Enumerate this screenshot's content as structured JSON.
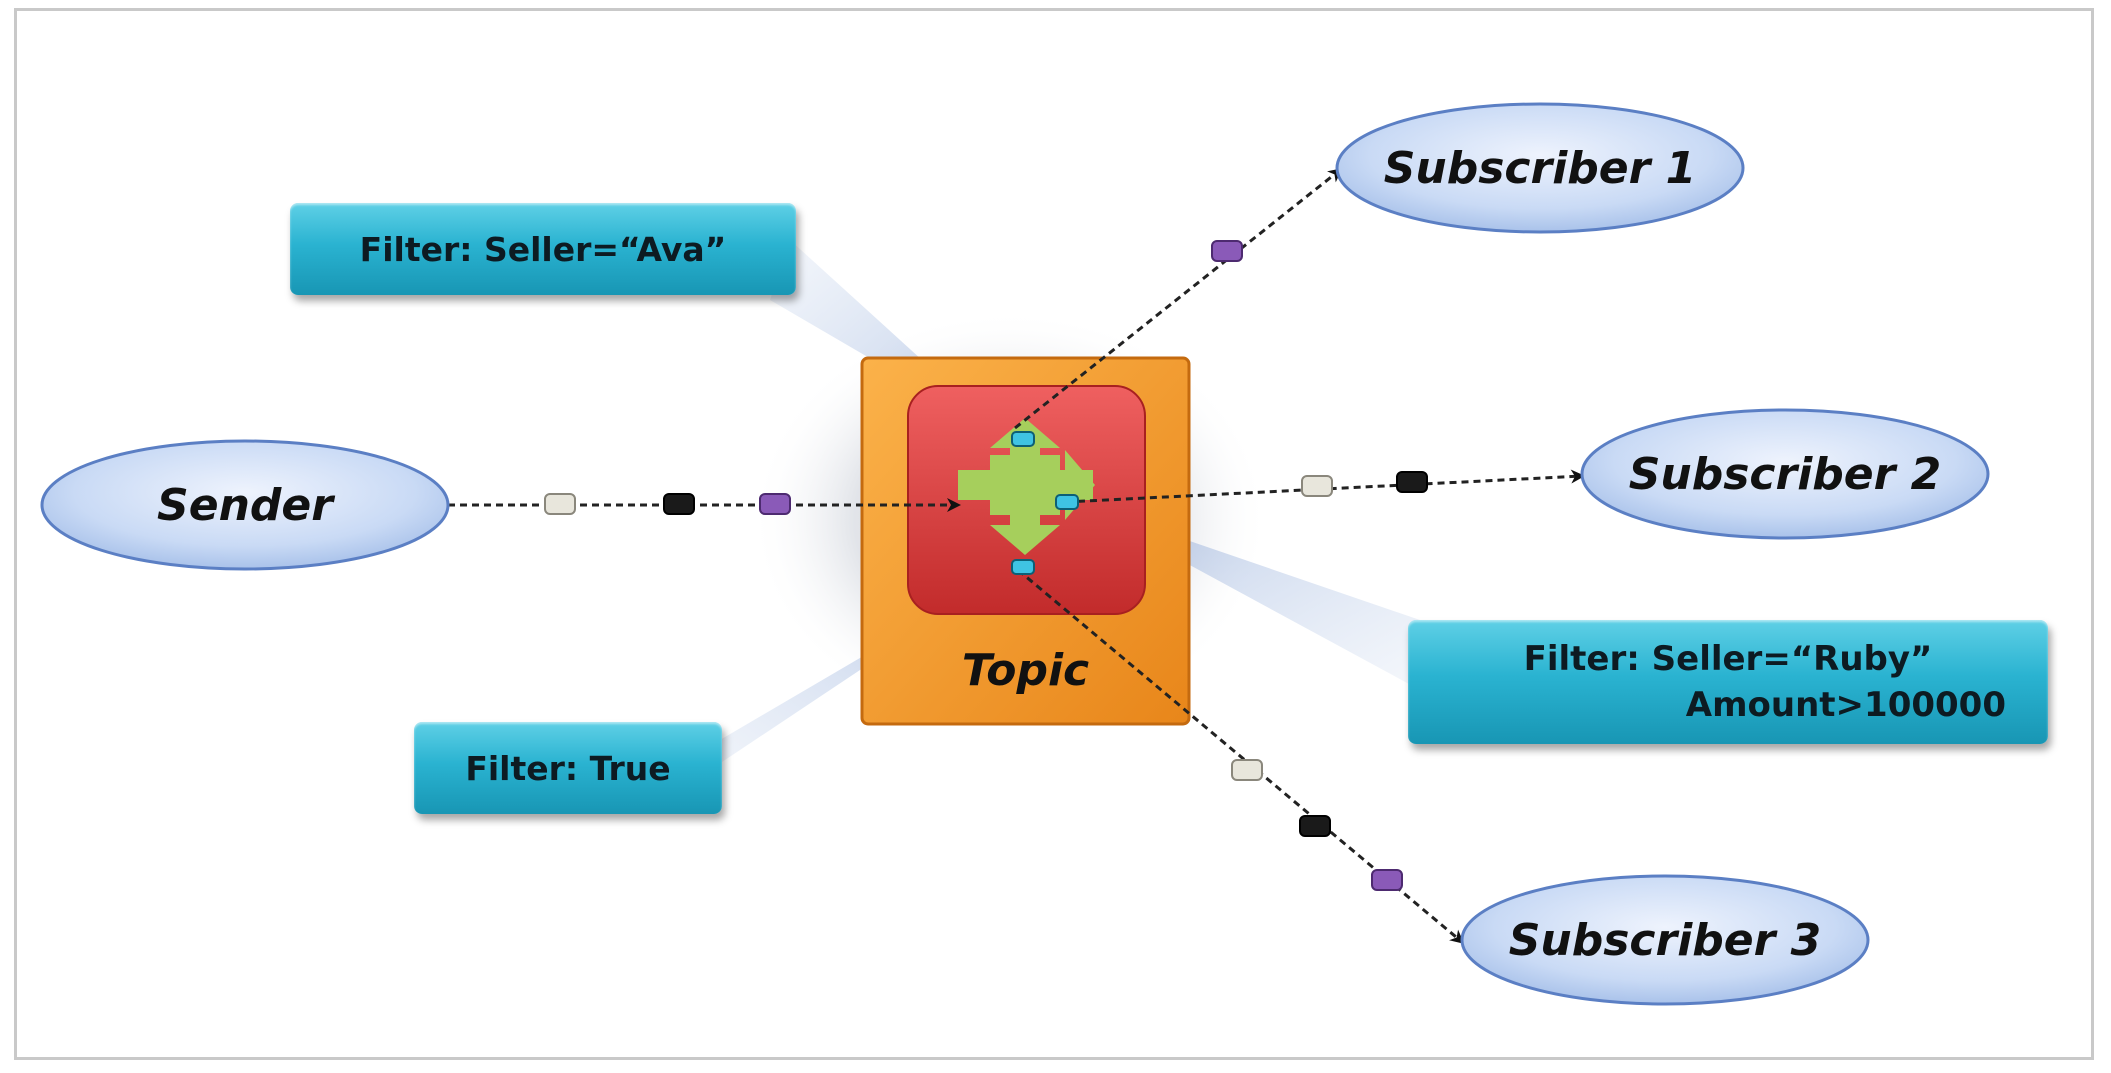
{
  "nodes": {
    "sender": "Sender",
    "topic": "Topic",
    "subscriber1": "Subscriber 1",
    "subscriber2": "Subscriber 2",
    "subscriber3": "Subscriber 3"
  },
  "filters": {
    "ava": "Filter: Seller=“Ava”",
    "true": "Filter: True",
    "ruby_line1": "Filter: Seller=“Ruby”",
    "ruby_line2": "Amount>100000"
  },
  "colors": {
    "ellipse_fill": "#c9daf5",
    "ellipse_stroke": "#5b7fc4",
    "filter_box": "#2ab3d1",
    "topic_orange": "#f39a2a",
    "topic_red": "#d93b3b",
    "arrow_green": "#a6cf5c",
    "message_white": "#e8e6dc",
    "message_black": "#1a1a1a",
    "message_purple": "#8a5ab8"
  }
}
